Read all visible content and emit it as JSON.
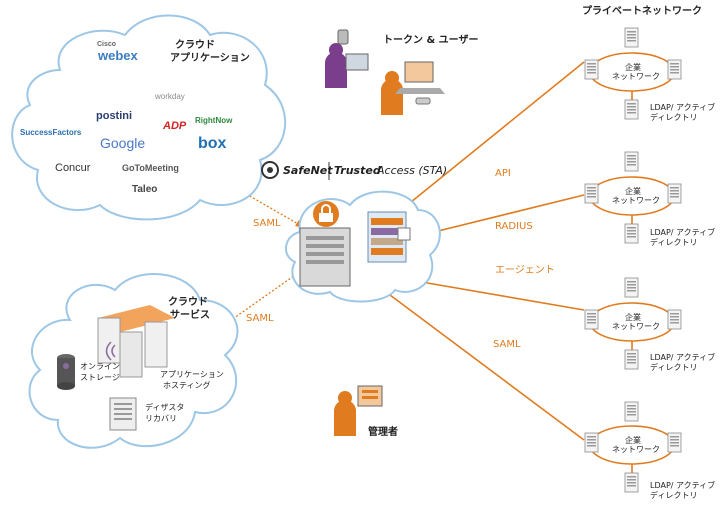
{
  "private_network": {
    "title": "プライベートネットワーク"
  },
  "cloud_apps": {
    "title_line1": "クラウド",
    "title_line2": "アプリケーション",
    "logos": [
      "Cisco",
      "webex",
      "Google",
      "box",
      "postini",
      "RightNow",
      "workday",
      "SuccessFactors",
      "Concur",
      "GoToMeeting",
      "Taleo",
      "ADP"
    ]
  },
  "users": {
    "label": "トークン & ユーザー"
  },
  "sta": {
    "brand": "SafeNet",
    "trusted": "Trusted",
    "access": "Access (STA)"
  },
  "cloud_services": {
    "title_line1": "クラウド",
    "title_line2": "サービス",
    "storage_line1": "オンライン",
    "storage_line2": "ストレージ",
    "hosting_line1": "アプリケーション",
    "hosting_line2": "ホスティング",
    "dr_line1": "ディザスタ",
    "dr_line2": "リカバリ"
  },
  "admin": {
    "label": "管理者"
  },
  "protocols": {
    "saml_apps": "SAML",
    "saml_services": "SAML",
    "api": "API",
    "radius": "RADIUS",
    "agent": "エージェント",
    "saml_net": "SAML"
  },
  "networks": [
    {
      "corp_line1": "企業",
      "corp_line2": "ネットワーク",
      "ldap_line1": "LDAP/ アクティブ",
      "ldap_line2": "ディレクトリ"
    },
    {
      "corp_line1": "企業",
      "corp_line2": "ネットワーク",
      "ldap_line1": "LDAP/ アクティブ",
      "ldap_line2": "ディレクトリ"
    },
    {
      "corp_line1": "企業",
      "corp_line2": "ネットワーク",
      "ldap_line1": "LDAP/ アクティブ",
      "ldap_line2": "ディレクトリ"
    },
    {
      "corp_line1": "企業",
      "corp_line2": "ネットワーク",
      "ldap_line1": "LDAP/ アクティブ",
      "ldap_line2": "ディレクトリ"
    }
  ],
  "colors": {
    "orange": "#e07b1f",
    "cloud_stroke": "#9ec7e6",
    "dark": "#333333"
  }
}
